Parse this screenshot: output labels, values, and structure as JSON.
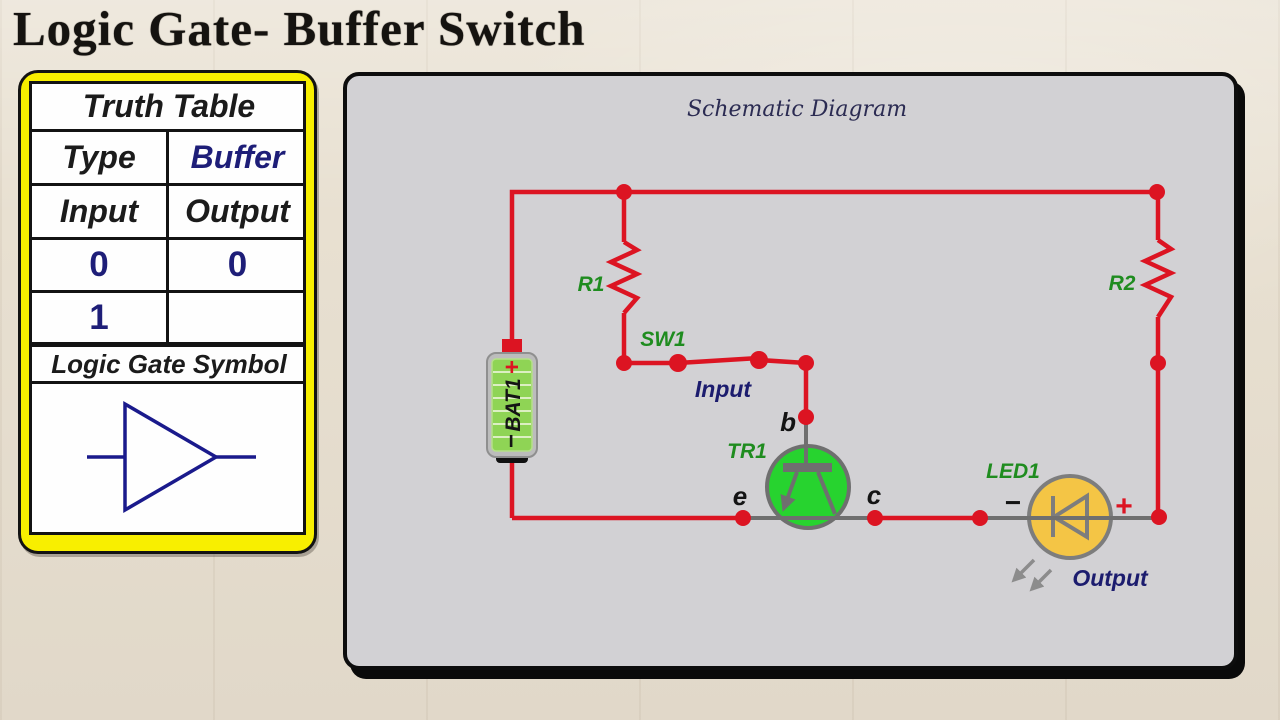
{
  "title": "Logic Gate- Buffer Switch",
  "truth_table": {
    "header": "Truth Table",
    "type_label": "Type",
    "type_value": "Buffer",
    "input_header": "Input",
    "output_header": "Output",
    "rows": [
      {
        "input": "0",
        "output": "0"
      },
      {
        "input": "1",
        "output": ""
      }
    ],
    "symbol_caption": "Logic Gate Symbol",
    "symbol": "buffer-gate"
  },
  "schematic": {
    "title": "Schematic Diagram",
    "components": {
      "battery": "BAT1",
      "battery_plus": "+",
      "battery_minus": "−",
      "resistor1": "R1",
      "resistor2": "R2",
      "switch1": "SW1",
      "transistor": "TR1",
      "led": "LED1"
    },
    "labels": {
      "input": "Input",
      "output": "Output",
      "base": "b",
      "emitter": "e",
      "collector": "c",
      "led_minus": "−",
      "led_plus": "+"
    },
    "colors": {
      "wire_red": "#dc1422",
      "component_label_green": "#1f8c1f",
      "io_label_navy": "#1c1c6e",
      "transistor_fill": "#27d32f",
      "led_fill": "#f4c545",
      "battery_fill": "#8fd455",
      "gray_line": "#6f6f6f",
      "panel_bg": "#d2d1d4",
      "table_border_yellow": "#f8ef00",
      "gate_symbol_navy": "#1a1a8c"
    }
  }
}
